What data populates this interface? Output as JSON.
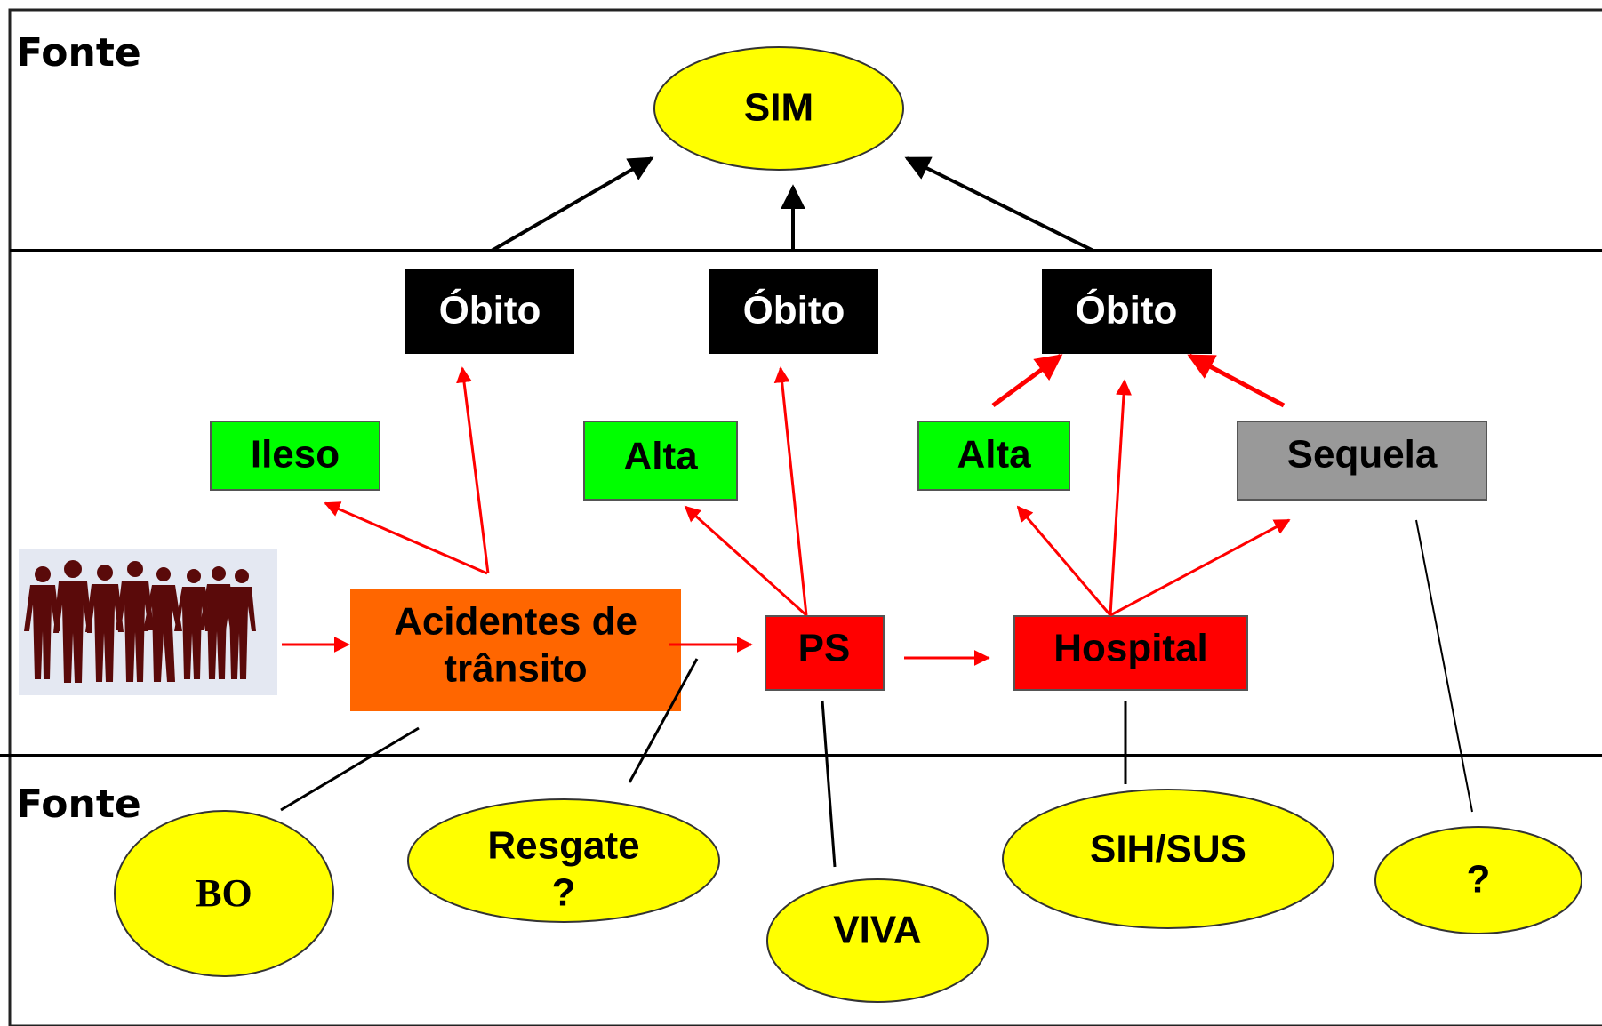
{
  "labels": {
    "fonte_top": "Fonte",
    "fonte_bottom": "Fonte"
  },
  "nodes": {
    "sim": "SIM",
    "obito_1": "Óbito",
    "obito_2": "Óbito",
    "obito_3": "Óbito",
    "ileso": "Ileso",
    "alta_1": "Alta",
    "alta_2": "Alta",
    "sequela": "Sequela",
    "acidentes_line1": "Acidentes de",
    "acidentes_line2": "trânsito",
    "ps": "PS",
    "hospital": "Hospital"
  },
  "sources": {
    "bo": "BO",
    "resgate_line1": "Resgate",
    "resgate_line2": "?",
    "viva": "VIVA",
    "sih_sus": "SIH/SUS",
    "unknown": "?"
  },
  "colors": {
    "source_ellipse": "#ffff00",
    "black_box": "#000000",
    "green_box": "#00ff00",
    "grey_box": "#999999",
    "orange_box": "#ff6600",
    "red_box": "#ff0000",
    "red_arrow": "#ff0000",
    "people_silhouette": "#5a0a0a",
    "people_background": "#e4e8f2"
  },
  "icons": {
    "people_image": "people-silhouettes-icon"
  }
}
